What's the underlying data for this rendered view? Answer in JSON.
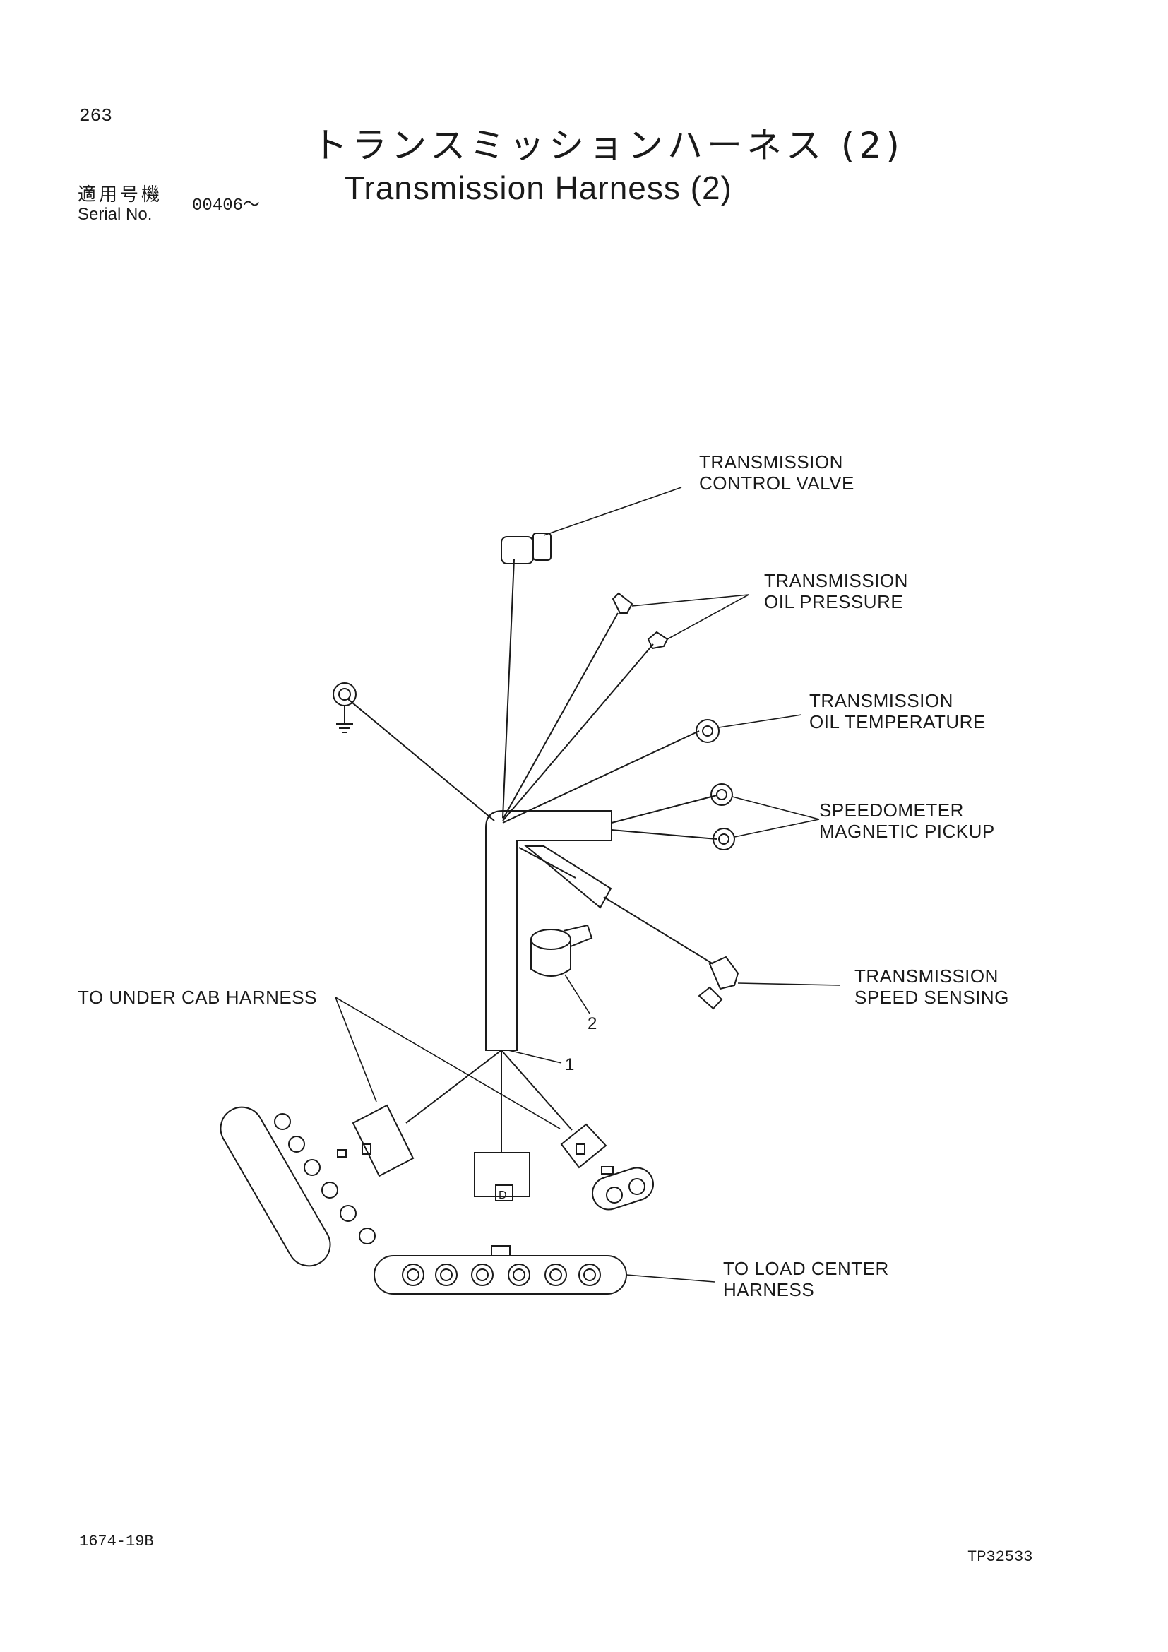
{
  "page_number": "263",
  "title_jp": "トランスミッションハーネス (2)",
  "title_en": "Transmission Harness (2)",
  "serial": {
    "label_jp": "適用号機",
    "label_en": "Serial No.",
    "value": "00406～"
  },
  "labels": {
    "control_valve": [
      "TRANSMISSION",
      "CONTROL VALVE"
    ],
    "oil_pressure": [
      "TRANSMISSION",
      "OIL PRESSURE"
    ],
    "oil_temperature": [
      "TRANSMISSION",
      "OIL TEMPERATURE"
    ],
    "speedometer": [
      "SPEEDOMETER",
      "MAGNETIC PICKUP"
    ],
    "speed_sensing": [
      "TRANSMISSION",
      "SPEED SENSING"
    ],
    "under_cab": "TO UNDER CAB HARNESS",
    "load_center": [
      "TO LOAD CENTER",
      "HARNESS"
    ]
  },
  "part_callouts": [
    "1",
    "2"
  ],
  "connector_marks": [
    "D"
  ],
  "footer": {
    "left": "1674-19B",
    "right": "TP32533"
  }
}
